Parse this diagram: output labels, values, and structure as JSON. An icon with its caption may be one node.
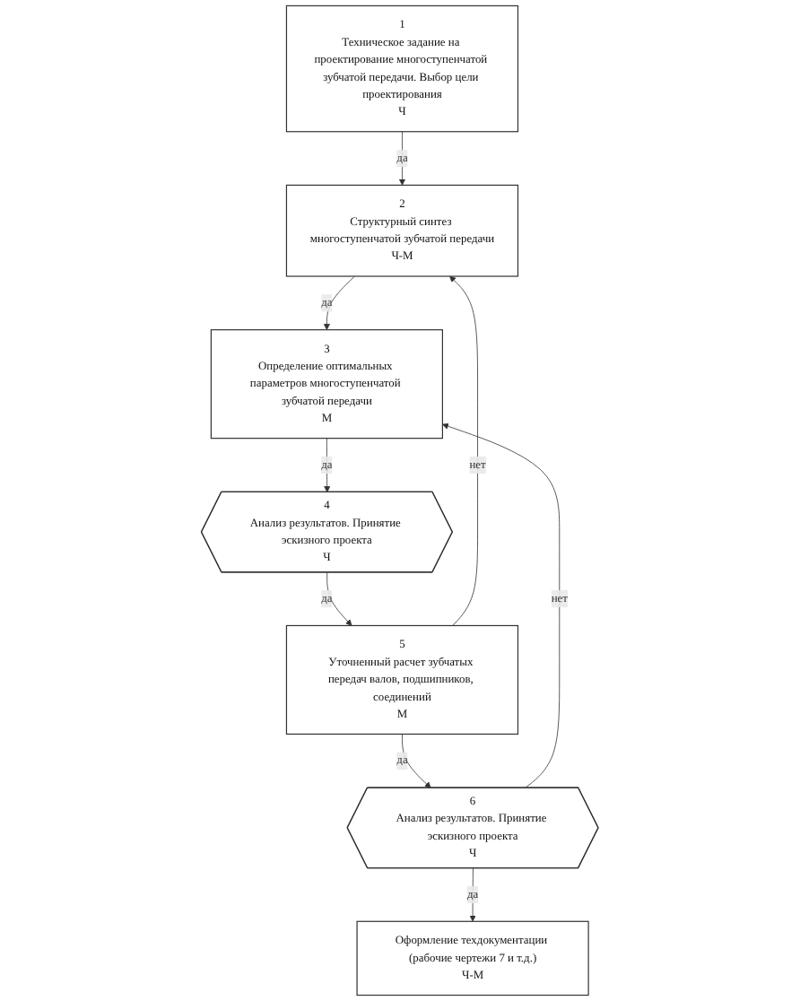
{
  "diagram": {
    "nodes": [
      {
        "text": [
          "1",
          "Техническое задание на проектирование многоступенчатой зубчатой передачи. Выбор цели проектирования",
          "Ч"
        ]
      },
      {
        "text": [
          "2",
          "Структурный синтез многоступенчатой зубчатой передачи",
          "Ч-М"
        ]
      },
      {
        "text": [
          "3",
          "Определение оптимальных параметров многоступенчатой зубчатой передачи",
          "М"
        ]
      },
      {
        "text": [
          "4",
          "Анализ результатов. Принятие эскизного проекта",
          "Ч"
        ]
      },
      {
        "text": [
          "5",
          "Уточненный расчет зубчатых передач валов, подшипников, соединений",
          "М"
        ]
      },
      {
        "text": [
          "6",
          "Анализ результатов. Принятие эскизного проекта",
          "Ч"
        ]
      },
      {
        "text": [
          "Оформление техдокументации (рабочие чертежи 7 и т.д.)",
          "Ч-М"
        ]
      }
    ],
    "edges": [
      {
        "from": 0,
        "to": 1,
        "arrow": "to",
        "label": "да"
      },
      {
        "from": 1,
        "to": 2,
        "arrow": "to",
        "label": "да"
      },
      {
        "from": 2,
        "to": 3,
        "arrow": "to",
        "label": "да"
      },
      {
        "from": 3,
        "to": 4,
        "arrow": "to",
        "label": "да"
      },
      {
        "from": 4,
        "to": 1,
        "arrow": "to",
        "label": "нет"
      },
      {
        "from": 4,
        "to": 5,
        "arrow": "to",
        "label": "да"
      },
      {
        "from": 5,
        "to": 2,
        "arrow": "to",
        "label": "нет"
      },
      {
        "from": 5,
        "to": 6,
        "arrow": "to",
        "label": "да"
      }
    ]
  }
}
